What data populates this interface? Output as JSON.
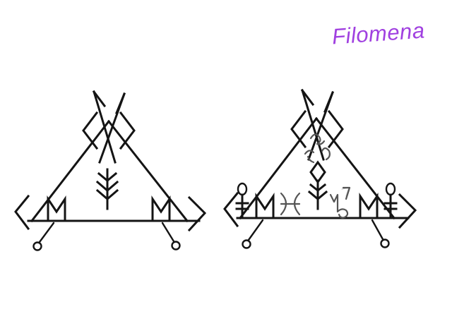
{
  "signature": {
    "name": "Filomena",
    "color": "#a040e0"
  },
  "figures": [
    {
      "variant": "plain"
    },
    {
      "variant": "with astrological glyphs and figures"
    }
  ],
  "colors": {
    "ink": "#141414",
    "glyph_ink": "#555555",
    "background": "#ffffff"
  }
}
